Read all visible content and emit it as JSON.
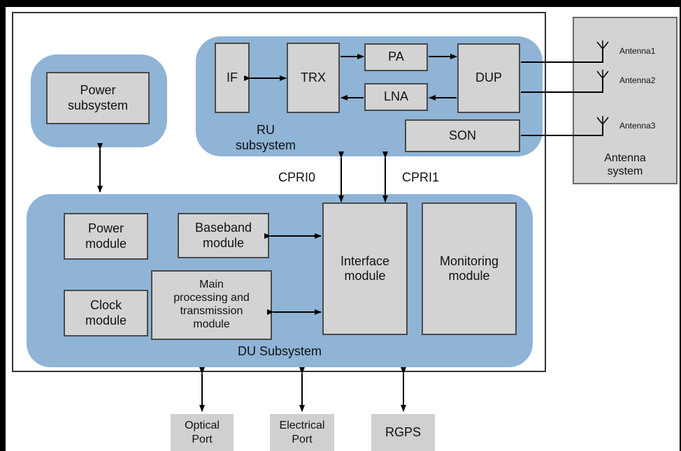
{
  "ru": {
    "title": "RU\nsubsystem",
    "if": "IF",
    "trx": "TRX",
    "pa": "PA",
    "lna": "LNA",
    "dup": "DUP",
    "son": "SON"
  },
  "power_subsystem": "Power\nsubsystem",
  "antenna": {
    "system": "Antenna\nsystem",
    "a1": "Antenna1",
    "a2": "Antenna2",
    "a3": "Antenna3"
  },
  "links": {
    "cpri0": "CPRI0",
    "cpri1": "CPRI1"
  },
  "du": {
    "title": "DU Subsystem",
    "power_module": "Power\nmodule",
    "baseband": "Baseband\nmodule",
    "clock": "Clock\nmodule",
    "main_processing": "Main\nprocessing and\ntransmission\nmodule",
    "interface": "Interface\nmodule",
    "monitoring": "Monitoring\nmodule"
  },
  "ports": {
    "optical": "Optical\nPort",
    "electrical": "Electrical\nPort",
    "rgps": "RGPS"
  }
}
